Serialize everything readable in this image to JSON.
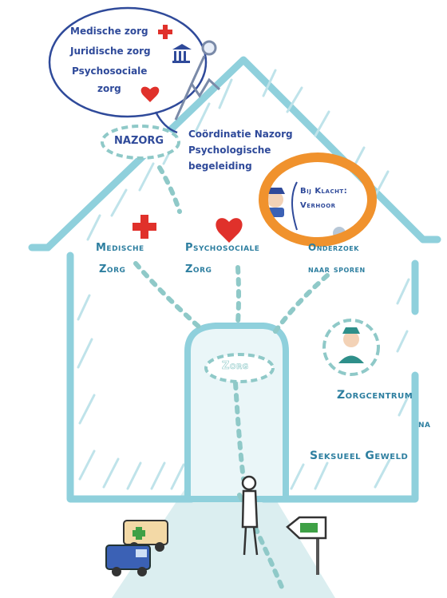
{
  "bubble": {
    "line1": "Medische zorg",
    "line2": "Juridische zorg",
    "line3": "Psychosociale",
    "line4": "zorg"
  },
  "nazorg": {
    "badge": "NAZORG",
    "coord_line1": "Coördinatie Nazorg",
    "coord_line2": "Psychologische",
    "coord_line3": "begeleiding"
  },
  "klacht": {
    "line1": "Bij Klacht:",
    "line2": "Verhoor"
  },
  "medische": {
    "line1": "Medische",
    "line2": "Zorg"
  },
  "psycho": {
    "line1": "Psychosociale",
    "line2": "Zorg"
  },
  "onderzoek": {
    "line1": "Onderzoek",
    "line2": "naar sporen"
  },
  "zorg_center": "Zorg",
  "centrum": {
    "line1": "Zorgcentrum",
    "line2": "na",
    "line3": "Seksueel Geweld"
  },
  "colors": {
    "navy": "#2f4a9a",
    "teal": "#2e7fa0",
    "house": "#8fd0dc",
    "red": "#e0312b",
    "orange": "#f0922d",
    "path": "#cfe7ea"
  },
  "icons": [
    "red-cross-icon",
    "courthouse-icon",
    "heart-icon",
    "police-officer-icon",
    "nurse-icon",
    "ambulance-icon",
    "van-icon",
    "signpost-icon",
    "person-icon",
    "footsteps-icon"
  ]
}
